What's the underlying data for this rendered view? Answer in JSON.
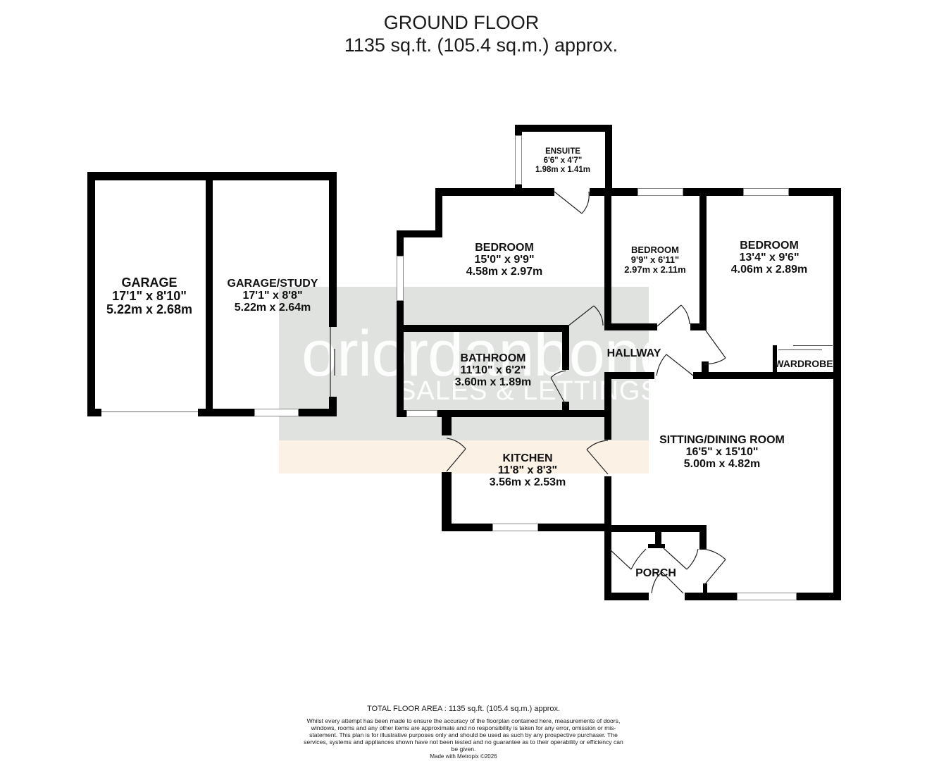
{
  "header": {
    "floor_name": "GROUND FLOOR",
    "floor_area": "1135 sq.ft. (105.4 sq.m.) approx."
  },
  "watermark": {
    "brand": "oriordanbond",
    "tagline": "SALES & LETTINGS"
  },
  "rooms": {
    "garage": {
      "name": "GARAGE",
      "imperial": "17'1\"  x 8'10\"",
      "metric": "5.22m  x 2.68m"
    },
    "garage_study": {
      "name": "GARAGE/STUDY",
      "imperial": "17'1\"  x 8'8\"",
      "metric": "5.22m  x 2.64m"
    },
    "ensuite": {
      "name": "ENSUITE",
      "imperial": "6'6\"  x 4'7\"",
      "metric": "1.98m  x 1.41m"
    },
    "bedroom_1": {
      "name": "BEDROOM",
      "imperial": "15'0\"  x 9'9\"",
      "metric": "4.58m  x 2.97m"
    },
    "bedroom_2": {
      "name": "BEDROOM",
      "imperial": "9'9\"  x 6'11\"",
      "metric": "2.97m  x 2.11m"
    },
    "bedroom_3": {
      "name": "BEDROOM",
      "imperial": "13'4\"  x 9'6\"",
      "metric": "4.06m  x 2.89m"
    },
    "bathroom": {
      "name": "BATHROOM",
      "imperial": "11'10\"  x 6'2\"",
      "metric": "3.60m  x 1.89m"
    },
    "hallway": {
      "name": "HALLWAY"
    },
    "wardrobe": {
      "name": "WARDROBE"
    },
    "kitchen": {
      "name": "KITCHEN",
      "imperial": "11'8\"  x 8'3\"",
      "metric": "3.56m  x 2.53m"
    },
    "sitting_dining": {
      "name": "SITTING/DINING ROOM",
      "imperial": "16'5\"  x 15'10\"",
      "metric": "5.00m  x 4.82m"
    },
    "porch": {
      "name": "PORCH"
    }
  },
  "footer": {
    "total_area": "TOTAL FLOOR AREA : 1135 sq.ft. (105.4 sq.m.) approx.",
    "disclaimer": "Whilst every attempt has been made to ensure the accuracy of the floorplan contained here, measurements of doors, windows, rooms and any other items are approximate and no responsibility is taken for any error, omission or mis-statement. This plan is for illustrative purposes only and should be used as such by any prospective purchaser. The services, systems and appliances shown have not been tested and no guarantee as to their operability or efficiency can be given.",
    "credit": "Made with Metropix ©2026"
  },
  "colors": {
    "wall": "#000000",
    "watermark_box": "#dfe2df",
    "watermark_band": "#fbf1e4"
  }
}
